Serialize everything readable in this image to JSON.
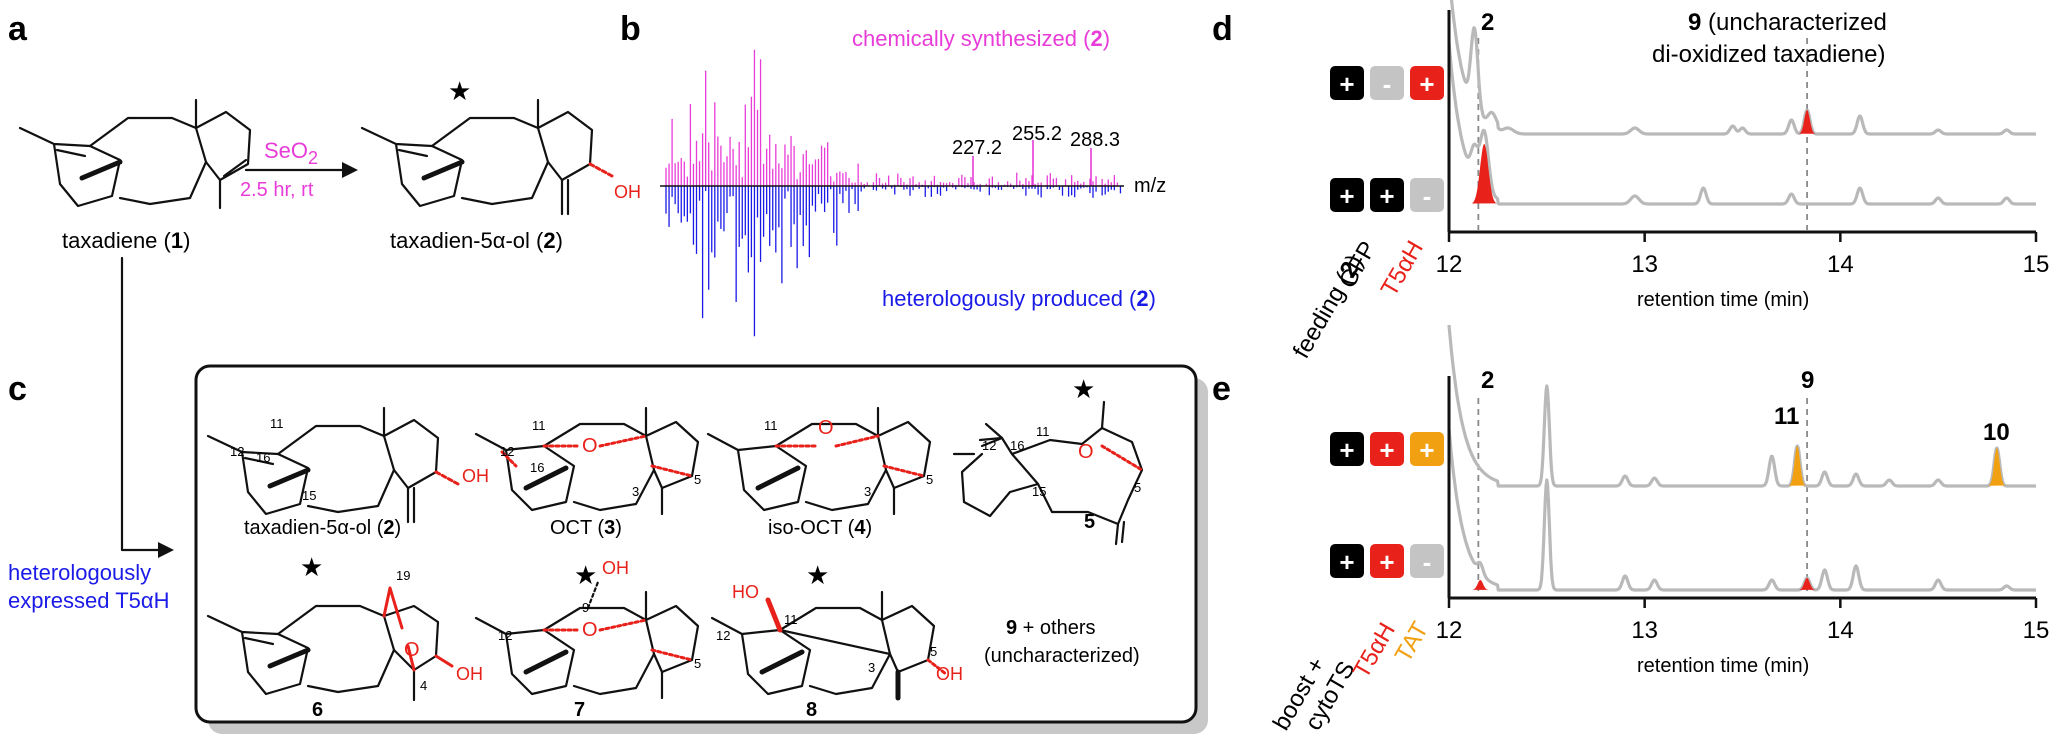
{
  "panel_labels": {
    "a": "a",
    "b": "b",
    "c": "c",
    "d": "d",
    "e": "e"
  },
  "panel_a": {
    "compound1_name": "taxadiene (",
    "compound1_num": "1",
    "compound2_name": "taxadien-5α-ol (",
    "compound2_num": "2",
    "close_paren": ")",
    "reagent": "SeO",
    "reagent_sub": "2",
    "conditions": "2.5 hr, rt",
    "oh": "OH",
    "star": "★"
  },
  "panel_b": {
    "top_label": "chemically synthesized (",
    "top_num": "2",
    "bottom_label": "heterologously produced (",
    "bottom_num": "2",
    "close_paren": ")",
    "axis_label": "m/z",
    "peak_labels": [
      "227.2",
      "255.2",
      "288.3"
    ],
    "colors": {
      "top": "#e83cd8",
      "bottom": "#1b1be8"
    }
  },
  "panel_c": {
    "side_label_line1": "heterologously",
    "side_label_line2": "expressed T5αH",
    "compounds": [
      {
        "name": "taxadien-5α-ol (",
        "num": "2",
        "close": ")"
      },
      {
        "name": "OCT (",
        "num": "3",
        "close": ")"
      },
      {
        "name": "iso-OCT (",
        "num": "4",
        "close": ")"
      },
      {
        "name": "",
        "num": "5",
        "close": ""
      },
      {
        "name": "",
        "num": "6",
        "close": ""
      },
      {
        "name": "",
        "num": "7",
        "close": ""
      },
      {
        "name": "",
        "num": "8",
        "close": ""
      }
    ],
    "others_num": "9",
    "others_line1": " + others",
    "others_line2": "(uncharacterized)",
    "atoms": {
      "O": "O",
      "OH": "OH",
      "HO": "HO"
    },
    "numbers": {
      "n11": "11",
      "n12": "12",
      "n16": "16",
      "n15": "15",
      "n3": "3",
      "n5": "5",
      "n19": "19",
      "n4": "4",
      "n9": "9"
    },
    "star": "★"
  },
  "panel_d": {
    "peak2_label": "2",
    "peak9_num": "9",
    "peak9_line1": " (uncharacterized",
    "peak9_line2": "di-oxidized taxadiene)",
    "row_labels": [
      "feeding (",
      "2",
      ")",
      "GFP",
      "T5αH"
    ],
    "row1_signs": [
      "+",
      "-",
      "+"
    ],
    "row2_signs": [
      "+",
      "+",
      "-"
    ],
    "x_ticks": [
      "12",
      "13",
      "14",
      "15"
    ],
    "x_label": "retention time (min)"
  },
  "panel_e": {
    "peak2_label": "2",
    "peak9_label": "9",
    "peak11_label": "11",
    "peak10_label": "10",
    "row_labels_line1": "boost +",
    "row_labels_line2": "cytoTS",
    "row_label_t5ah": "T5αH",
    "row_label_tat": "TAT",
    "row1_signs": [
      "+",
      "+",
      "+"
    ],
    "row2_signs": [
      "+",
      "+",
      "-"
    ],
    "x_ticks": [
      "12",
      "13",
      "14",
      "15"
    ],
    "x_label": "retention time (min)"
  },
  "chart_data": [
    {
      "type": "line",
      "panel": "d",
      "xlabel": "retention time (min)",
      "xlim": [
        12,
        15
      ],
      "x_ticks": [
        12,
        13,
        14,
        15
      ],
      "series": [
        {
          "name": "feeding (2) + / GFP - / T5αH +",
          "highlighted_peaks": [
            {
              "x": 13.83,
              "label": "9",
              "color": "#e8221b"
            }
          ]
        },
        {
          "name": "feeding (2) + / GFP + / T5αH -",
          "highlighted_peaks": [
            {
              "x": 12.18,
              "label": "2",
              "color": "#e8221b"
            }
          ]
        }
      ],
      "reference_lines": [
        {
          "x": 12.15,
          "label": "2"
        },
        {
          "x": 13.83,
          "label": "9"
        }
      ]
    },
    {
      "type": "line",
      "panel": "e",
      "xlabel": "retention time (min)",
      "xlim": [
        12,
        15
      ],
      "x_ticks": [
        12,
        13,
        14,
        15
      ],
      "series": [
        {
          "name": "boost + cytoTS + / T5αH + / TAT +",
          "highlighted_peaks": [
            {
              "x": 13.78,
              "label": "11",
              "color": "#f0a010"
            },
            {
              "x": 14.8,
              "label": "10",
              "color": "#f0a010"
            }
          ]
        },
        {
          "name": "boost + cytoTS + / T5αH + / TAT -",
          "highlighted_peaks": [
            {
              "x": 12.15,
              "label": "2",
              "color": "#e8221b"
            },
            {
              "x": 13.83,
              "label": "9",
              "color": "#e8221b"
            }
          ]
        }
      ],
      "reference_lines": [
        {
          "x": 12.15,
          "label": "2"
        },
        {
          "x": 13.83,
          "label": "9"
        }
      ]
    },
    {
      "type": "bar",
      "panel": "b",
      "xlabel": "m/z",
      "series": [
        {
          "name": "chemically synthesized (2)"
        },
        {
          "name": "heterologously produced (2)"
        }
      ],
      "annotations": [
        "227.2",
        "255.2",
        "288.3"
      ]
    }
  ]
}
